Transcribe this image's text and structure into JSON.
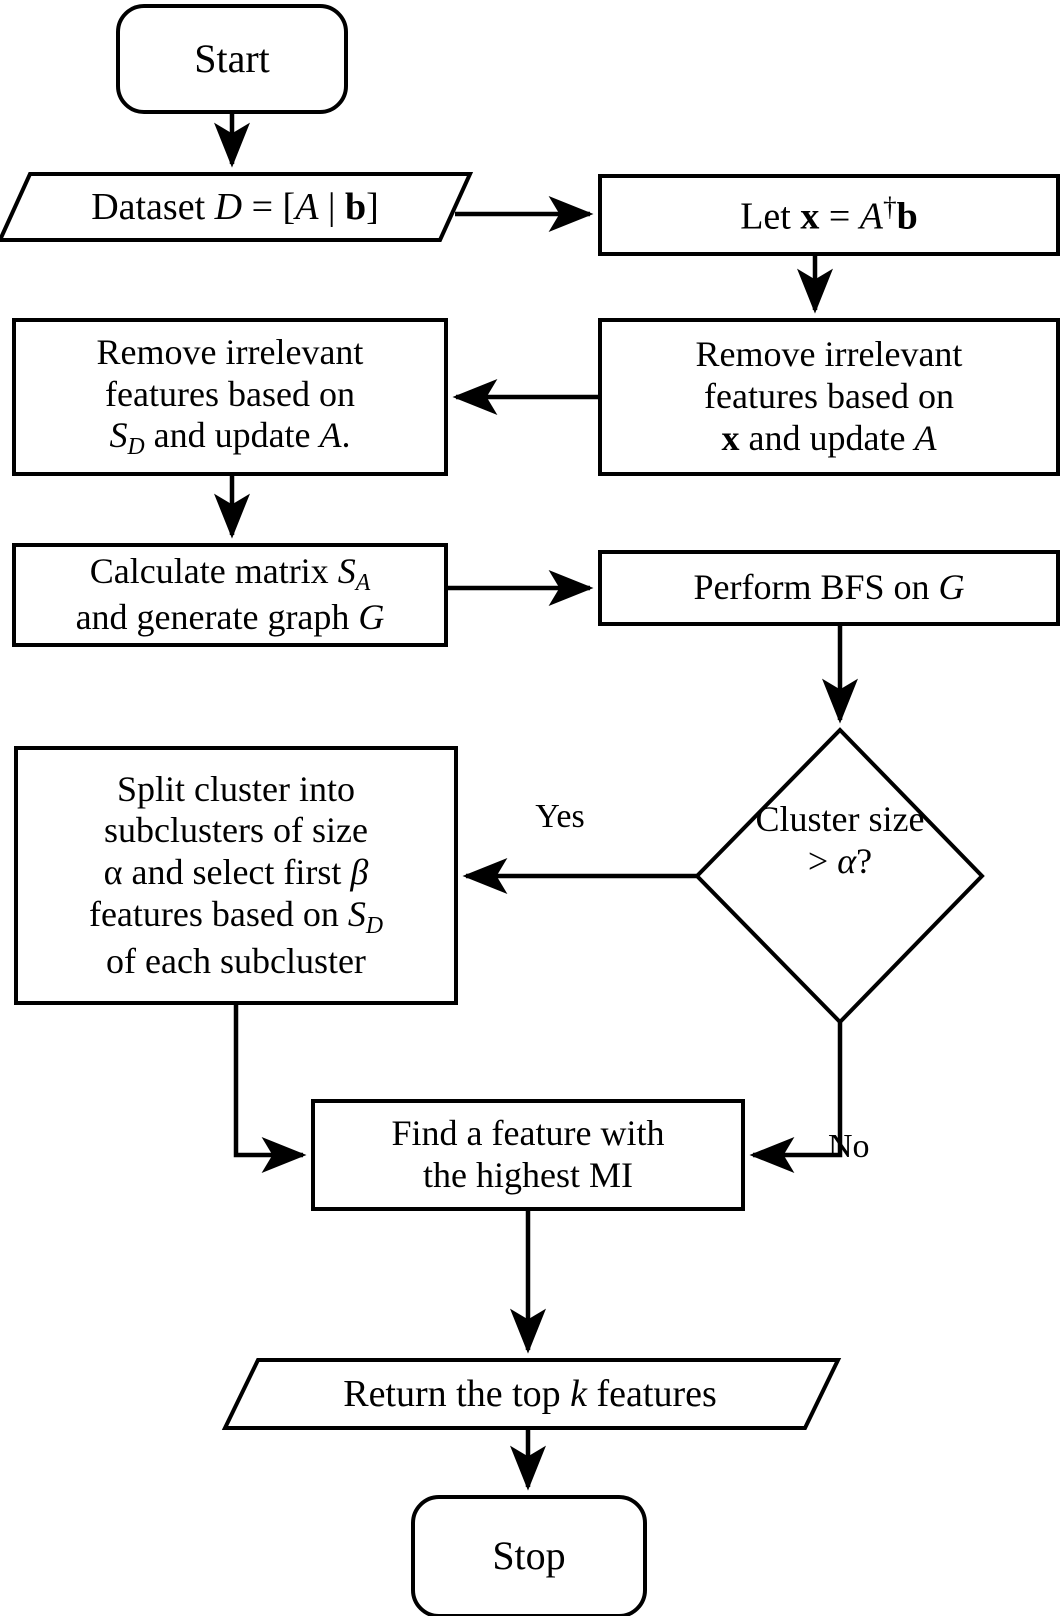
{
  "diagram": {
    "title": "Feature selection algorithm flowchart",
    "stroke_color": "#000000",
    "fill_color": "#ffffff",
    "background": "#ffffff",
    "line_width": 4
  },
  "nodes": {
    "start": {
      "label": "Start",
      "shape": "rounded-rectangle"
    },
    "dataset": {
      "label": "Dataset D = [A | b]",
      "shape": "parallelogram"
    },
    "let_x": {
      "label": "Let x = A†b",
      "shape": "rectangle"
    },
    "remove_x": {
      "label": "Remove irrelevant\nfeatures based on\nx and update A",
      "shape": "rectangle"
    },
    "remove_sd": {
      "label": "Remove irrelevant\nfeatures based on\nS_D and update A.",
      "shape": "rectangle"
    },
    "calc_sa": {
      "label": "Calculate matrix S_A\nand generate graph G",
      "shape": "rectangle"
    },
    "bfs": {
      "label": "Perform BFS on G",
      "shape": "rectangle"
    },
    "decision": {
      "label": "Cluster size\n> α?",
      "shape": "diamond"
    },
    "split": {
      "label": "Split cluster into\nsubclusters of size\nα and select first β\nfeatures based on S_D\nof each subcluster",
      "shape": "rectangle"
    },
    "find_mi": {
      "label": "Find a feature with\nthe highest MI",
      "shape": "rectangle"
    },
    "return_k": {
      "label": "Return the top k features",
      "shape": "parallelogram"
    },
    "stop": {
      "label": "Stop",
      "shape": "rounded-rectangle"
    }
  },
  "edge_labels": {
    "yes": "Yes",
    "no": "No"
  },
  "flow_order": [
    "start",
    "dataset",
    "let_x",
    "remove_x",
    "remove_sd",
    "calc_sa",
    "bfs",
    "decision",
    "split",
    "find_mi",
    "return_k",
    "stop"
  ]
}
